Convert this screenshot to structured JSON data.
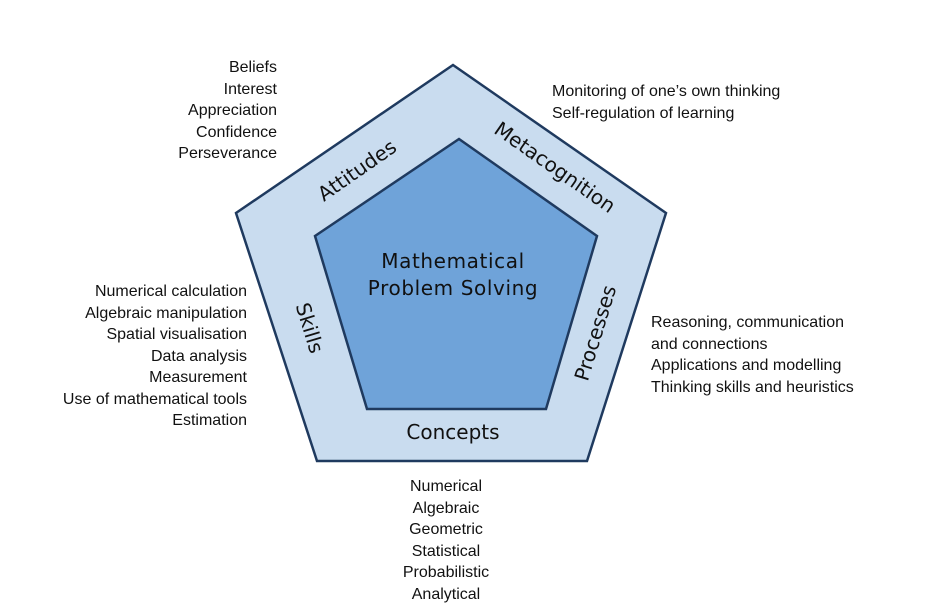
{
  "center": {
    "line1": "Mathematical",
    "line2": "Problem Solving"
  },
  "band_labels": {
    "attitudes": "Attitudes",
    "metacognition": "Metacognition",
    "processes": "Processes",
    "concepts": "Concepts",
    "skills": "Skills"
  },
  "attitudes_items": [
    "Beliefs",
    "Interest",
    "Appreciation",
    "Confidence",
    "Perseverance"
  ],
  "metacognition_items": [
    "Monitoring of one’s own thinking",
    "Self-regulation of learning"
  ],
  "processes_items": [
    "Reasoning, communication",
    "and connections",
    "Applications and modelling",
    "Thinking skills and heuristics"
  ],
  "skills_items": [
    "Numerical calculation",
    "Algebraic manipulation",
    "Spatial visualisation",
    "Data analysis",
    "Measurement",
    "Use of mathematical tools",
    "Estimation"
  ],
  "concepts_items": [
    "Numerical",
    "Algebraic",
    "Geometric",
    "Statistical",
    "Probabilistic",
    "Analytical"
  ],
  "colors": {
    "outer_fill": "#c9dcef",
    "inner_fill": "#6fa3d9",
    "outline": "#1f3a5f"
  }
}
